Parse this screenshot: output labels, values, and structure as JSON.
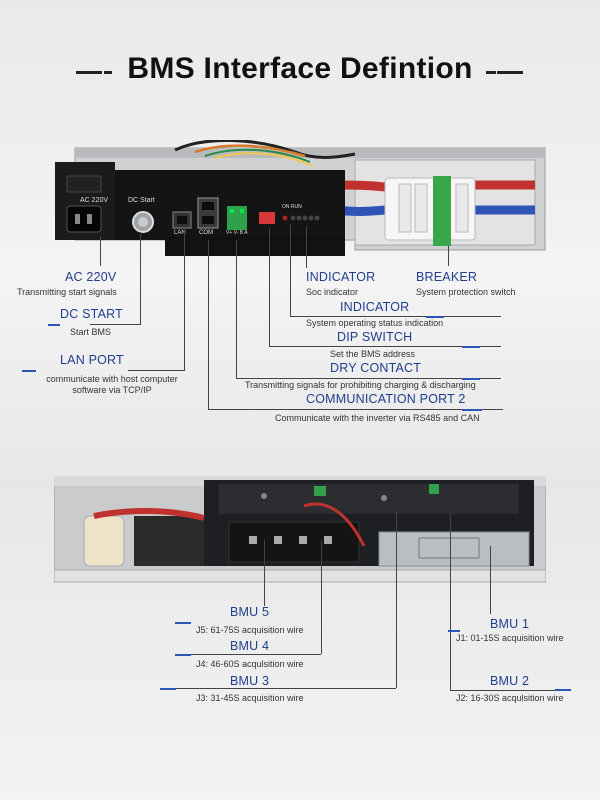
{
  "title": "BMS Interface Defintion",
  "device1": {
    "panel_labels": {
      "ac": "AC 220V",
      "dc_start": "DC Start",
      "lan": "LAN",
      "com": "COM",
      "dry_contact_pins": "V+ V- B A",
      "dip_marks": "ON RUN"
    }
  },
  "callouts_top": [
    {
      "label": "AC 220V",
      "desc": "Transmitting start signals"
    },
    {
      "label": "DC START",
      "desc": "Start BMS"
    },
    {
      "label": "LAN PORT",
      "desc": "communicate with host computer software via TCP/IP"
    },
    {
      "label": "INDICATOR",
      "desc": "Soc indicator"
    },
    {
      "label": "BREAKER",
      "desc": "System protection switch"
    },
    {
      "label": "INDICATOR",
      "desc": "System operating status indication"
    },
    {
      "label": "DIP SWITCH",
      "desc": "Set the BMS address"
    },
    {
      "label": "DRY CONTACT",
      "desc": "Transmitting signals for prohibiting charging & discharging"
    },
    {
      "label": "COMMUNICATION PORT 2",
      "desc": "Communicate with the inverter via RS485 and CAN"
    }
  ],
  "callouts_bottom": [
    {
      "label": "BMU 5",
      "desc": "J5: 61-75S acquisition wire"
    },
    {
      "label": "BMU 4",
      "desc": "J4: 46-60S acqulsition wire"
    },
    {
      "label": "BMU 3",
      "desc": "J3: 31-45S acquisition wire"
    },
    {
      "label": "BMU 1",
      "desc": "J1: 01-15S acquisition wire"
    },
    {
      "label": "BMU 2",
      "desc": "J2: 16-30S acqulsition wire"
    }
  ],
  "colors": {
    "accent": "#2b56b5",
    "title": "#111111",
    "leader": "#444444",
    "breaker_green": "#3aa64a"
  }
}
